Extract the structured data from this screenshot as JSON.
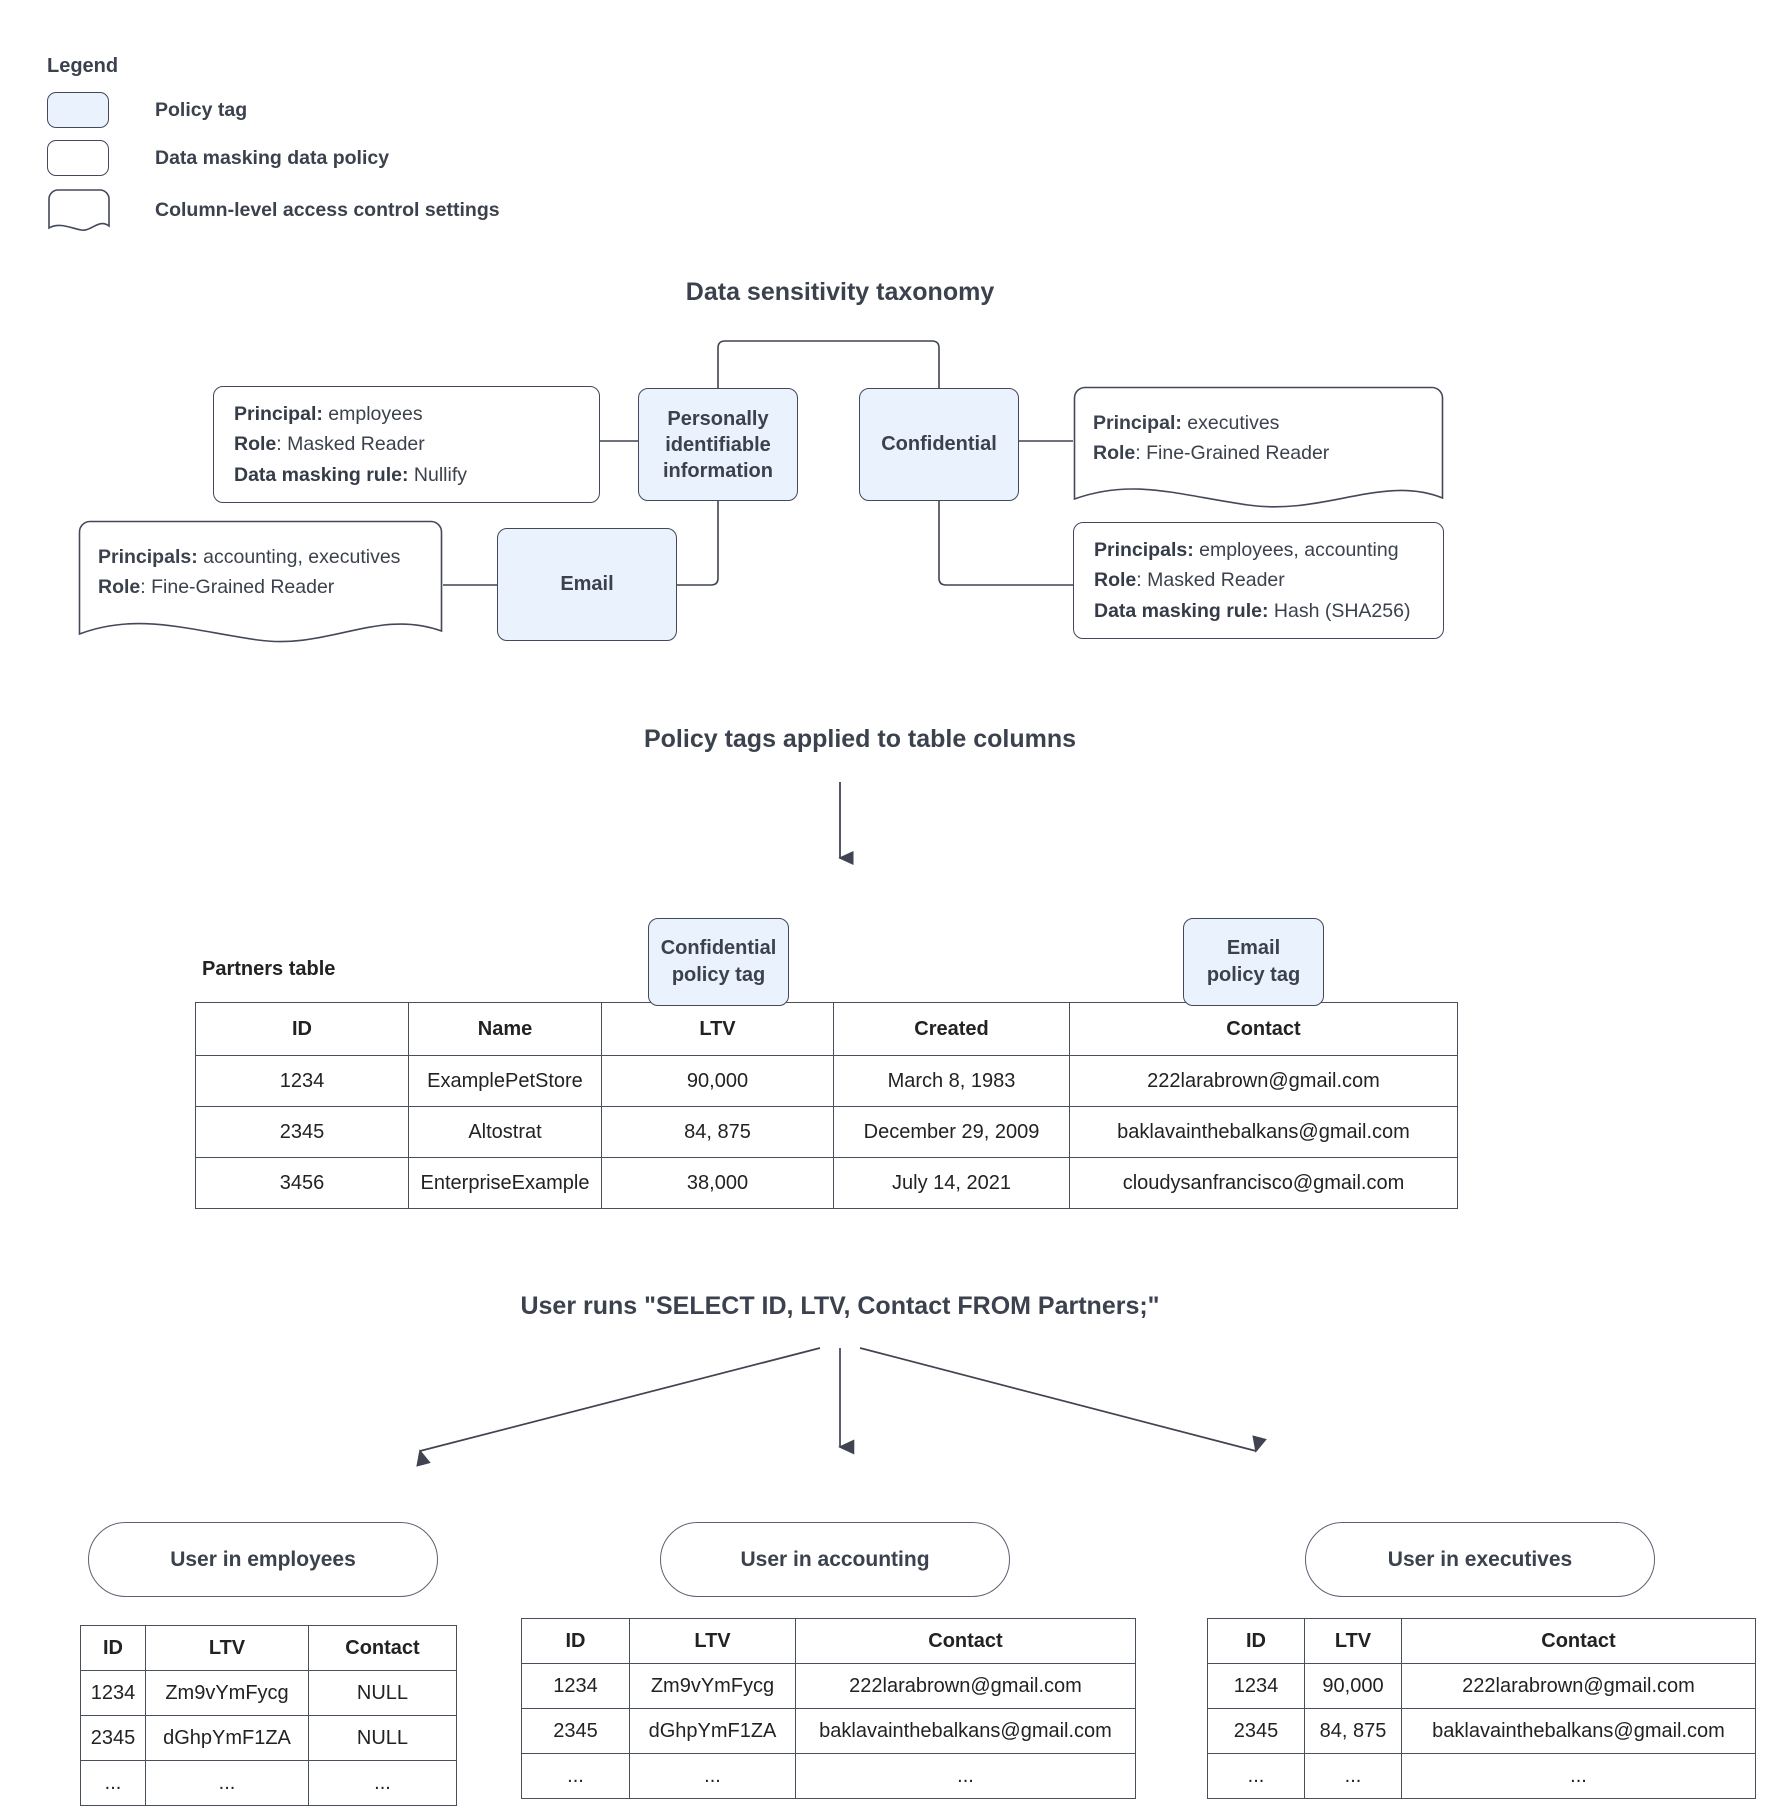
{
  "legend": {
    "title": "Legend",
    "items": [
      {
        "label": "Policy tag",
        "swatch": "policy-tag-swatch"
      },
      {
        "label": "Data masking data policy",
        "swatch": "data-masking-swatch"
      },
      {
        "label": "Column-level access control settings",
        "swatch": "column-access-swatch"
      }
    ]
  },
  "sections": {
    "taxonomy_title": "Data sensitivity taxonomy",
    "policy_tags_title": "Policy tags applied to table columns",
    "query_title": "User runs \"SELECT ID, LTV, Contact FROM Partners;\""
  },
  "taxonomy": {
    "tags": {
      "pii": "Personally identifiable information",
      "confidential": "Confidential",
      "email": "Email"
    },
    "policies": {
      "pii_masking": {
        "principal_label": "Principal:",
        "principal_value": "employees",
        "role_label": "Role",
        "role_value": "Masked Reader",
        "rule_label": "Data masking rule:",
        "rule_value": "Nullify"
      },
      "email_access": {
        "principal_label": "Principals:",
        "principal_value": "accounting, executives",
        "role_label": "Role",
        "role_value": "Fine-Grained Reader"
      },
      "confidential_access": {
        "principal_label": "Principal:",
        "principal_value": "executives",
        "role_label": "Role",
        "role_value": "Fine-Grained Reader"
      },
      "confidential_masking": {
        "principal_label": "Principals:",
        "principal_value": "employees, accounting",
        "role_label": "Role",
        "role_value": "Masked Reader",
        "rule_label": "Data masking rule:",
        "rule_value": "Hash (SHA256)"
      }
    }
  },
  "partners": {
    "caption": "Partners table",
    "tags": [
      {
        "line1": "Confidential",
        "line2": "policy tag"
      },
      {
        "line1": "Email",
        "line2": "policy tag"
      }
    ],
    "columns": [
      "ID",
      "Name",
      "LTV",
      "Created",
      "Contact"
    ],
    "rows": [
      [
        "1234",
        "ExamplePetStore",
        "90,000",
        "March 8, 1983",
        "222larabrown@gmail.com"
      ],
      [
        "2345",
        "Altostrat",
        "84, 875",
        "December 29, 2009",
        "baklavainthebalkans@gmail.com"
      ],
      [
        "3456",
        "EnterpriseExample",
        "38,000",
        "July 14, 2021",
        "cloudysanfrancisco@gmail.com"
      ]
    ]
  },
  "results": [
    {
      "persona": "User in employees",
      "columns": [
        "ID",
        "LTV",
        "Contact"
      ],
      "rows": [
        [
          "1234",
          "Zm9vYmFycg",
          "NULL"
        ],
        [
          "2345",
          "dGhpYmF1ZA",
          "NULL"
        ],
        [
          "...",
          "...",
          "..."
        ]
      ]
    },
    {
      "persona": "User in accounting",
      "columns": [
        "ID",
        "LTV",
        "Contact"
      ],
      "rows": [
        [
          "1234",
          "Zm9vYmFycg",
          "222larabrown@gmail.com"
        ],
        [
          "2345",
          "dGhpYmF1ZA",
          "baklavainthebalkans@gmail.com"
        ],
        [
          "...",
          "...",
          "..."
        ]
      ]
    },
    {
      "persona": "User in executives",
      "columns": [
        "ID",
        "LTV",
        "Contact"
      ],
      "rows": [
        [
          "1234",
          "90,000",
          "222larabrown@gmail.com"
        ],
        [
          "2345",
          "84, 875",
          "baklavainthebalkans@gmail.com"
        ],
        [
          "...",
          "...",
          "..."
        ]
      ]
    }
  ],
  "colors": {
    "tag_fill": "#eaf2fd",
    "stroke": "#43485a",
    "text": "#3b424d"
  }
}
